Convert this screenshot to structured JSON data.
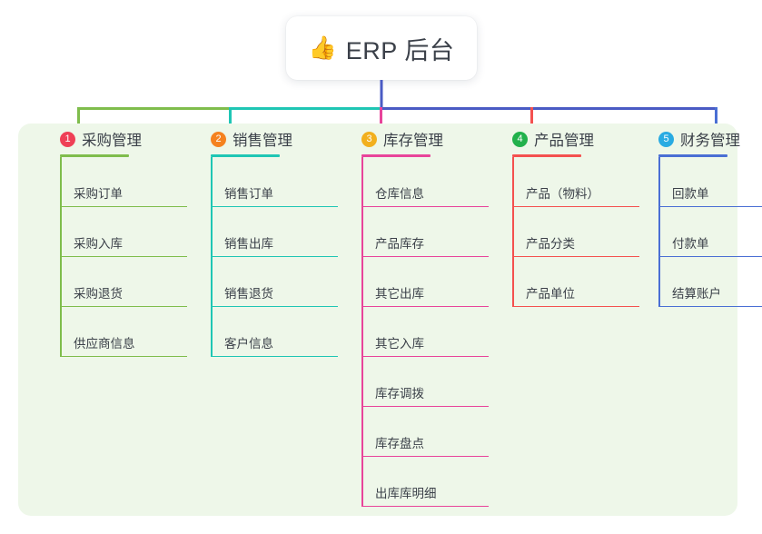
{
  "title": {
    "icon": "thumbs-up-icon",
    "emoji": "👍",
    "text": "ERP 后台"
  },
  "colors": {
    "panel_background": "#eef7e9",
    "page_background": "#ffffff",
    "title_text": "#3b4049",
    "root_connector": "#4a5bc4"
  },
  "columns": [
    {
      "number": "1",
      "title": "采购管理",
      "badge_color": "#ef4056",
      "line_color": "#7fbd4c",
      "items": [
        {
          "label": "采购订单"
        },
        {
          "label": "采购入库"
        },
        {
          "label": "采购退货"
        },
        {
          "label": "供应商信息"
        }
      ]
    },
    {
      "number": "2",
      "title": "销售管理",
      "badge_color": "#f5821f",
      "line_color": "#1fc6b4",
      "items": [
        {
          "label": "销售订单"
        },
        {
          "label": "销售出库"
        },
        {
          "label": "销售退货"
        },
        {
          "label": "客户信息"
        }
      ]
    },
    {
      "number": "3",
      "title": "库存管理",
      "badge_color": "#f2b01e",
      "line_color": "#e8449a",
      "items": [
        {
          "label": "仓库信息"
        },
        {
          "label": "产品库存"
        },
        {
          "label": "其它出库"
        },
        {
          "label": "其它入库"
        },
        {
          "label": "库存调拨"
        },
        {
          "label": "库存盘点"
        },
        {
          "label": "出库库明细"
        }
      ]
    },
    {
      "number": "4",
      "title": "产品管理",
      "badge_color": "#22b14c",
      "line_color": "#f4514f",
      "items": [
        {
          "label": "产品（物料）"
        },
        {
          "label": "产品分类"
        },
        {
          "label": "产品单位"
        }
      ]
    },
    {
      "number": "5",
      "title": "财务管理",
      "badge_color": "#29abe2",
      "line_color": "#4a6fd4",
      "items": [
        {
          "label": "回款单"
        },
        {
          "label": "付款单"
        },
        {
          "label": "结算账户"
        }
      ]
    }
  ]
}
